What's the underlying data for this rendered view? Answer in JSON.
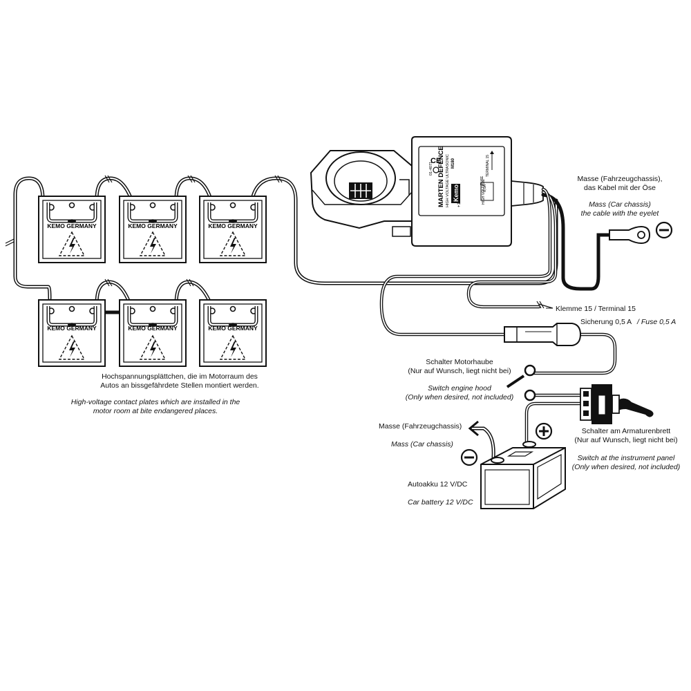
{
  "plate": {
    "brand": "KEMO GERMANY"
  },
  "device": {
    "title": "MARTEN DEFENCE",
    "subtitle": "HIGH VOLTAGE ULTRASONIC",
    "model": "M180",
    "logo": "Kemo",
    "fuse": "FUSE",
    "fuse_value": "0,5A",
    "terminal": "TERMINAL 15",
    "high_voltage": "HIGH VOLTAGE",
    "voltage": "+12V DC",
    "code": "01-4071",
    "ce": "CE"
  },
  "labels": {
    "ground_de": "Masse (Fahrzeugchassis),\ndas Kabel mit der Öse",
    "ground_en": "Mass (Car chassis)\nthe cable with the eyelet",
    "terminal15": "Klemme 15  / Terminal 15",
    "fuse_de": "Sicherung 0,5 A",
    "fuse_en": "/ Fuse 0,5 A",
    "plates_de": "Hochspannungsplättchen, die im Motorraum des\nAutos an bissgefährdete Stellen montiert werden.",
    "plates_en": "High-voltage contact plates which are installed in the\nmotor room at bite endangered places.",
    "hood_de": "Schalter Motorhaube\n(Nur auf Wunsch, liegt nicht bei)",
    "hood_en": "Switch engine hood\n(Only when desired, not included)",
    "chassis_de": "Masse (Fahrzeugchassis)",
    "chassis_en": "Mass (Car chassis)",
    "battery_de": "Autoakku 12 V/DC",
    "battery_en": "Car battery 12 V/DC",
    "panel_de": "Schalter am Armaturenbrett\n(Nur auf Wunsch, liegt nicht bei)",
    "panel_en": "Switch at the instrument panel\n(Only when desired, not included)"
  },
  "symbols": {
    "minus": "−",
    "plus": "+"
  }
}
